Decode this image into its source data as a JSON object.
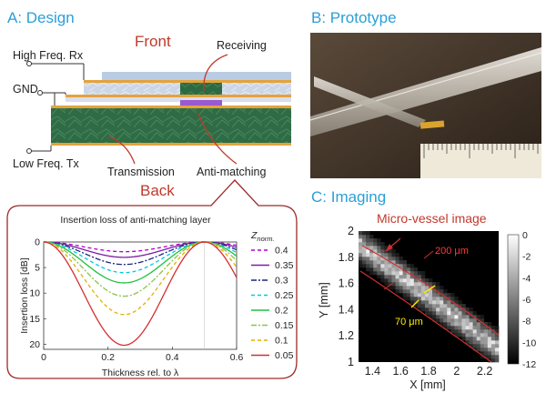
{
  "panels": {
    "design": {
      "title": "A: Design",
      "front": "Front",
      "back": "Back",
      "labels": {
        "high_freq_rx": "High Freq. Rx",
        "gnd": "GND",
        "low_freq_tx": "Low Freq. Tx",
        "receiving": "Receiving",
        "transmission": "Transmission",
        "anti_matching": "Anti-matching"
      }
    },
    "prototype": {
      "title": "B: Prototype"
    },
    "imaging": {
      "title": "C: Imaging",
      "callout": "Micro-vessel image",
      "dim_outer": "200 μm",
      "dim_inner": "70 μm"
    }
  },
  "colors": {
    "title_blue": "#2a9fd8",
    "accent_red": "#c0392b",
    "pcb_green": "#2f6b45",
    "copper": "#e3a33a",
    "receiver_purple": "#9b59d0"
  },
  "chart_data": [
    {
      "type": "line",
      "title": "Insertion loss of anti-matching layer",
      "xlabel": "Thickness rel. to λ",
      "ylabel": "Insertion loss [dB]",
      "xlim": [
        0,
        0.6
      ],
      "ylim": [
        0,
        21
      ],
      "y_inverted": true,
      "xticks": [
        "0",
        "0.2",
        "0.4",
        "0.6"
      ],
      "yticks": [
        "0",
        "5",
        "10",
        "15",
        "20"
      ],
      "legend_title": "Z",
      "legend_title_sub": "norm.",
      "legend_position": "right",
      "series": [
        {
          "name": "0.4",
          "color": "#b000d0",
          "dash": "4,3",
          "max_loss": 1.9
        },
        {
          "name": "0.35",
          "color": "#7b1fa2",
          "dash": "",
          "max_loss": 3.0
        },
        {
          "name": "0.3",
          "color": "#1a237e",
          "dash": "6,2,2,2",
          "max_loss": 4.4
        },
        {
          "name": "0.25",
          "color": "#00c8e0",
          "dash": "4,3",
          "max_loss": 6.0
        },
        {
          "name": "0.2",
          "color": "#22c040",
          "dash": "",
          "max_loss": 8.0
        },
        {
          "name": "0.15",
          "color": "#8bc34a",
          "dash": "6,2,2,2",
          "max_loss": 10.6
        },
        {
          "name": "0.1",
          "color": "#e0b000",
          "dash": "4,3",
          "max_loss": 14.2
        },
        {
          "name": "0.05",
          "color": "#d32f2f",
          "dash": "",
          "max_loss": 20.2
        }
      ]
    },
    {
      "type": "heatmap",
      "xlabel": "X [mm]",
      "ylabel": "Y [mm]",
      "xlim": [
        1.3,
        2.3
      ],
      "ylim": [
        1.0,
        2.0
      ],
      "xticks": [
        "1.4",
        "1.6",
        "1.8",
        "2",
        "2.2"
      ],
      "yticks": [
        "1",
        "1.2",
        "1.4",
        "1.6",
        "1.8",
        "2"
      ],
      "colorbar_range": [
        -12,
        0
      ],
      "colorbar_ticks": [
        "0",
        "-2",
        "-4",
        "-6",
        "-8",
        "-10",
        "-12"
      ]
    }
  ]
}
